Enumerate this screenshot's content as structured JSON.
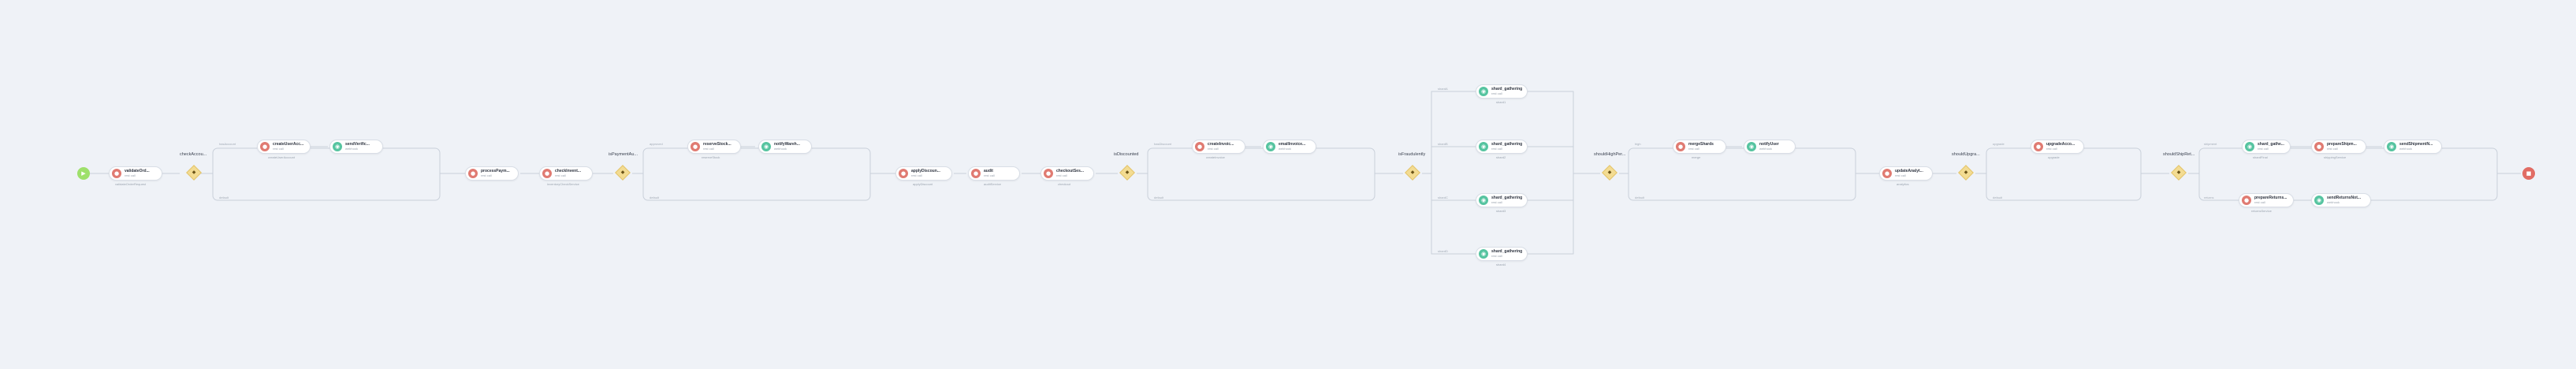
{
  "start": {
    "icon": "play-icon",
    "color": "#9ee06b"
  },
  "end": {
    "icon": "stop-icon",
    "color": "#e16c64"
  },
  "nodes": [
    {
      "id": "n1",
      "title": "validateOrd...",
      "subtitle": "rest call",
      "caption": "validateOrderRequest",
      "type": "red"
    },
    {
      "id": "n2",
      "title": "createUserAcc...",
      "subtitle": "rest call",
      "caption": "createUserAccount",
      "type": "red"
    },
    {
      "id": "n3",
      "title": "sendVerific...",
      "subtitle": "webhook",
      "caption": "",
      "type": "teal"
    },
    {
      "id": "n4",
      "title": "processPaym...",
      "subtitle": "rest call",
      "caption": "",
      "type": "red"
    },
    {
      "id": "n5",
      "title": "checkInvent...",
      "subtitle": "rest call",
      "caption": "inventoryCheckService",
      "type": "red"
    },
    {
      "id": "n6",
      "title": "reserveStock...",
      "subtitle": "rest call",
      "caption": "reserveStock",
      "type": "red"
    },
    {
      "id": "n7",
      "title": "notifyWareh...",
      "subtitle": "webhook",
      "caption": "",
      "type": "teal"
    },
    {
      "id": "n8",
      "title": "applyDiscoun...",
      "subtitle": "rest call",
      "caption": "applyDiscount",
      "type": "red"
    },
    {
      "id": "n9",
      "title": "audit",
      "subtitle": "rest call",
      "caption": "auditService",
      "type": "red"
    },
    {
      "id": "n10",
      "title": "checkoutSes...",
      "subtitle": "rest call",
      "caption": "checkout",
      "type": "red"
    },
    {
      "id": "n11",
      "title": "createInvoic...",
      "subtitle": "rest call",
      "caption": "createInvoice",
      "type": "red"
    },
    {
      "id": "n12",
      "title": "emailInvoice...",
      "subtitle": "webhook",
      "caption": "",
      "type": "teal"
    },
    {
      "id": "n13",
      "title": "shard_gatheringA",
      "subtitle": "rest call",
      "caption": "shard1",
      "type": "teal"
    },
    {
      "id": "n14",
      "title": "shard_gatheringB",
      "subtitle": "rest call",
      "caption": "shard2",
      "type": "teal"
    },
    {
      "id": "n15",
      "title": "shard_gatheringC",
      "subtitle": "rest call",
      "caption": "shard3",
      "type": "teal"
    },
    {
      "id": "n16",
      "title": "shard_gatheringD",
      "subtitle": "rest call",
      "caption": "shard4",
      "type": "teal"
    },
    {
      "id": "n17",
      "title": "mergeShards",
      "subtitle": "rest call",
      "caption": "merge",
      "type": "red"
    },
    {
      "id": "n18",
      "title": "notifyUser",
      "subtitle": "webhook",
      "caption": "",
      "type": "teal"
    },
    {
      "id": "n19",
      "title": "updateAnalyt...",
      "subtitle": "rest call",
      "caption": "analytics",
      "type": "red"
    },
    {
      "id": "n20",
      "title": "upgradeAcco...",
      "subtitle": "rest call",
      "caption": "upgrade",
      "type": "red"
    },
    {
      "id": "n21",
      "title": "shard_gathe...",
      "subtitle": "rest call",
      "caption": "shardFinal",
      "type": "teal"
    },
    {
      "id": "n22",
      "title": "prepareShipm...",
      "subtitle": "rest call",
      "caption": "shippingService",
      "type": "red"
    },
    {
      "id": "n23",
      "title": "sendShipmentN...",
      "subtitle": "webhook",
      "caption": "",
      "type": "teal"
    },
    {
      "id": "n24",
      "title": "prepareReturns...",
      "subtitle": "rest call",
      "caption": "returnsService",
      "type": "red"
    },
    {
      "id": "n25",
      "title": "sendReturnsNot...",
      "subtitle": "webhook",
      "caption": "",
      "type": "teal"
    }
  ],
  "gateways": [
    {
      "id": "g1",
      "label": "checkAccou..."
    },
    {
      "id": "g2",
      "label": "isPaymentAu..."
    },
    {
      "id": "g3",
      "label": "isDiscounted"
    },
    {
      "id": "g4",
      "label": "isFraudulently"
    },
    {
      "id": "g5",
      "label": "shouldHighPer..."
    },
    {
      "id": "g6",
      "label": "shouldUpgra..."
    },
    {
      "id": "g7",
      "label": "shouldShipRet..."
    }
  ],
  "branches": {
    "g1": [
      "hasAccount",
      "default"
    ],
    "g2": [
      "approved",
      "default"
    ],
    "g3": [
      "hasDiscount",
      "default"
    ],
    "g4": [
      "shardA",
      "shardB",
      "shardC",
      "shardD"
    ],
    "g5": [
      "high",
      "default"
    ],
    "g6": [
      "upgrade",
      "default"
    ],
    "g7": [
      "shipment",
      "returns"
    ]
  }
}
